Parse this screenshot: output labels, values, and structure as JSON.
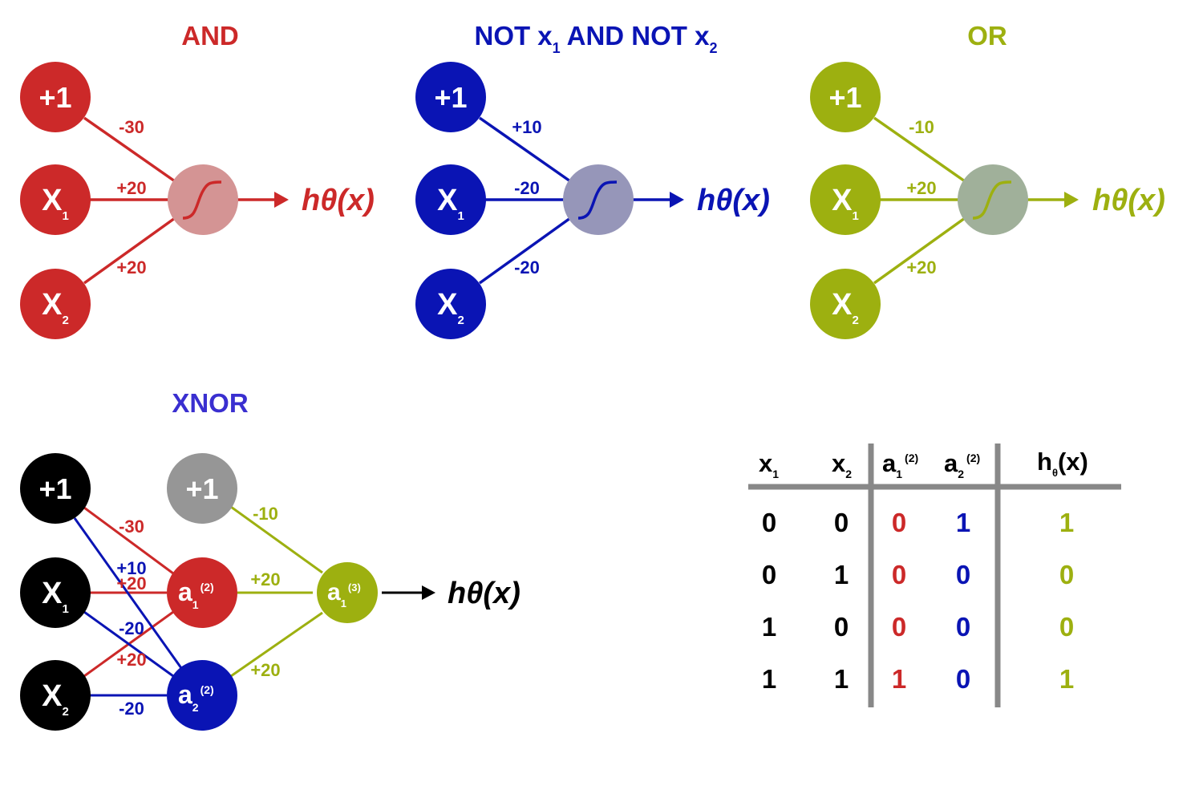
{
  "colors": {
    "and": "#cc2929",
    "and_sigmoid": "#d49494",
    "not": "#0a14b4",
    "not_sigmoid": "#9696b9",
    "or": "#9db010",
    "or_sigmoid": "#a0b09a",
    "xnor_title": "#3a2fd0",
    "black": "#000000",
    "bias_gray": "#969696",
    "table_grid": "#888888"
  },
  "node_labels": {
    "bias": "+1",
    "x": "X",
    "sub1": "1",
    "sub2": "2",
    "a": "a",
    "sup2": "(2)",
    "sup3": "(3)"
  },
  "output_label": "hθ(x)",
  "gates": {
    "and": {
      "title": "AND",
      "weights": [
        "-30",
        "+20",
        "+20"
      ]
    },
    "not": {
      "title_a": "NOT x",
      "sub_a": "1",
      "title_b": " AND NOT x",
      "sub_b": "2",
      "weights": [
        "+10",
        "-20",
        "-20"
      ]
    },
    "or": {
      "title": "OR",
      "weights": [
        "-10",
        "+20",
        "+20"
      ]
    }
  },
  "xnor": {
    "title": "XNOR",
    "weights_a1": [
      "-30",
      "+20",
      "+20"
    ],
    "weights_a2": [
      "+10",
      "-20",
      "-20"
    ],
    "weights_out": [
      "-10",
      "+20",
      "+20"
    ]
  },
  "table": {
    "headers": [
      {
        "base": "x",
        "sub": "1"
      },
      {
        "base": "x",
        "sub": "2"
      },
      {
        "base": "a",
        "sub": "1",
        "sup": "(2)"
      },
      {
        "base": "a",
        "sub": "2",
        "sup": "(2)"
      },
      {
        "base": "h",
        "sub": "θ",
        "tail": "(x)"
      }
    ],
    "rows": [
      [
        "0",
        "0",
        "0",
        "1",
        "1"
      ],
      [
        "0",
        "1",
        "0",
        "0",
        "0"
      ],
      [
        "1",
        "0",
        "0",
        "0",
        "0"
      ],
      [
        "1",
        "1",
        "1",
        "0",
        "1"
      ]
    ]
  }
}
